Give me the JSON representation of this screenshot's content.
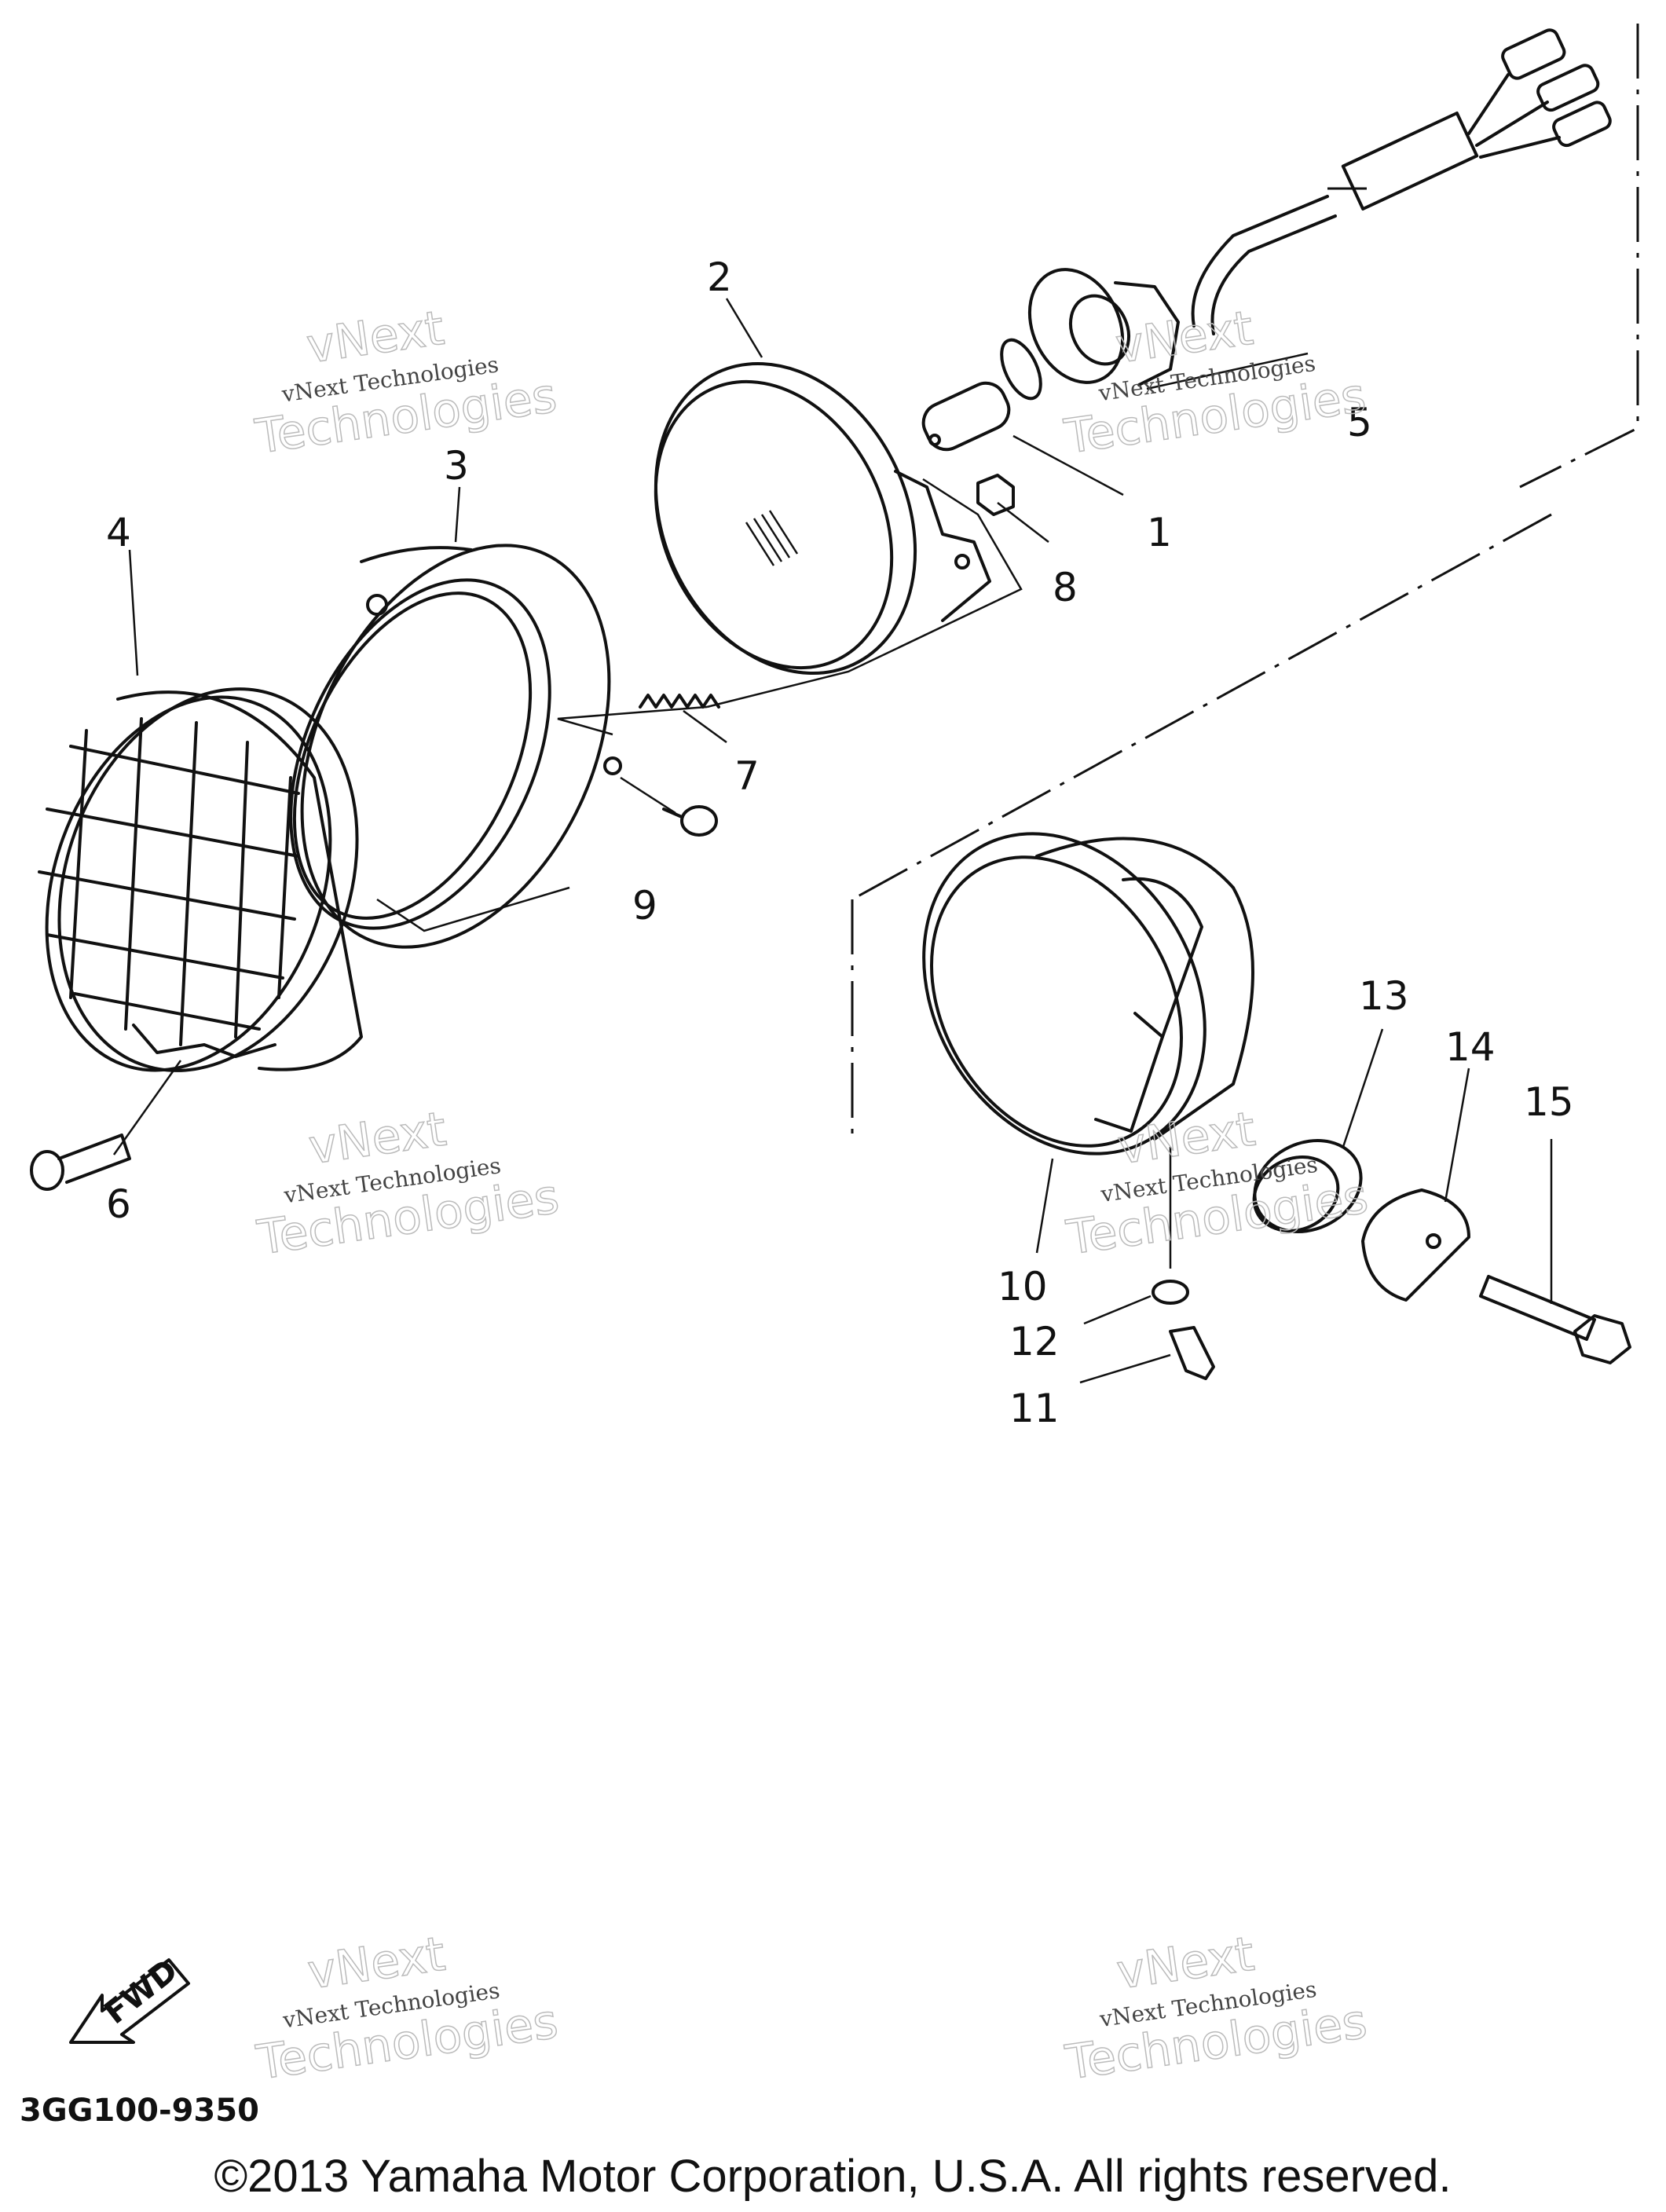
{
  "diagram": {
    "callouts": [
      "1",
      "2",
      "3",
      "4",
      "5",
      "6",
      "7",
      "8",
      "9",
      "10",
      "11",
      "12",
      "13",
      "14",
      "15"
    ],
    "part_code": "3GG100-9350",
    "fwd_label": "FWD",
    "copyright": "©2013 Yamaha Motor Corporation, U.S.A. All rights reserved.",
    "watermark": {
      "line_small": "vNext Technologies",
      "line_big_1": "vNext",
      "line_big_2": "Technologies"
    }
  }
}
